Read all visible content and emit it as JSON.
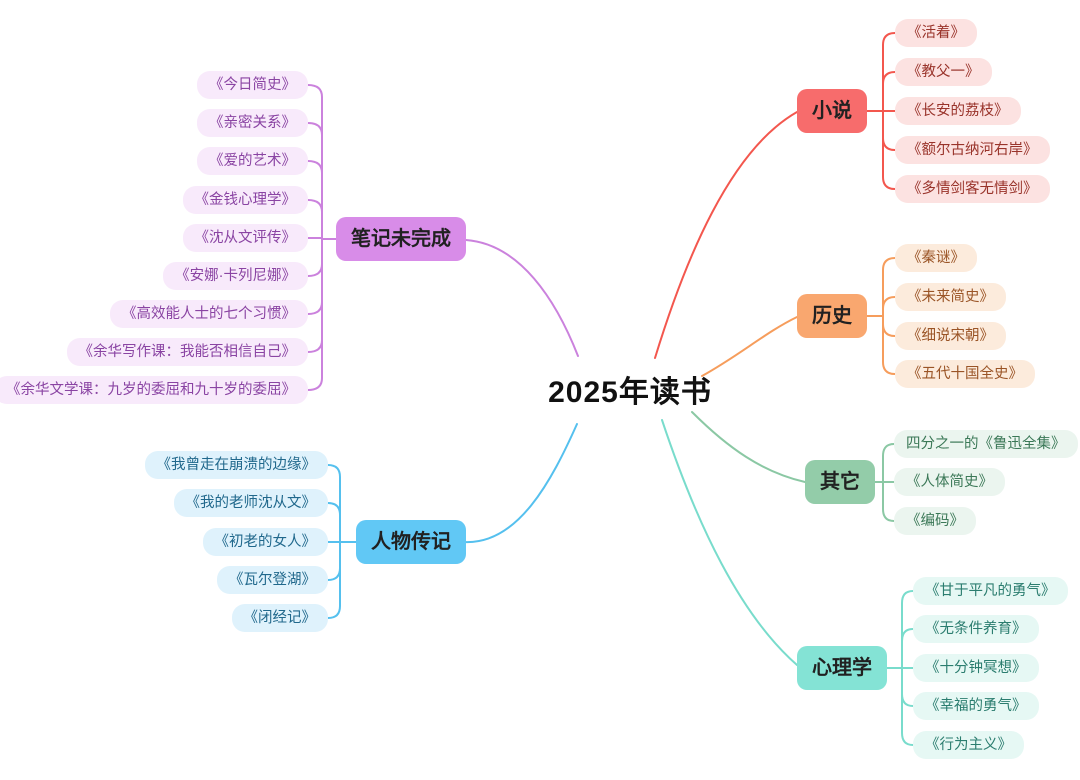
{
  "center": {
    "title": "2025年读书"
  },
  "branches": [
    {
      "id": "notes-unfinished",
      "label": "笔记未完成",
      "side": "left",
      "colors": {
        "node_bg": "#D88CE8",
        "child_bg": "#F8EAFB",
        "child_text": "#8A44A3",
        "line": "#CB82DD"
      },
      "children": [
        "《今日简史》",
        "《亲密关系》",
        "《爱的艺术》",
        "《金钱心理学》",
        "《沈从文评传》",
        "《安娜·卡列尼娜》",
        "《高效能人士的七个习惯》",
        "《余华写作课：我能否相信自己》",
        "《余华文学课：九岁的委屈和九十岁的委屈》"
      ]
    },
    {
      "id": "biography",
      "label": "人物传记",
      "side": "left",
      "colors": {
        "node_bg": "#61C8F5",
        "child_bg": "#DFF2FC",
        "child_text": "#20688C",
        "line": "#55C0EE"
      },
      "children": [
        "《我曾走在崩溃的边缘》",
        "《我的老师沈从文》",
        "《初老的女人》",
        "《瓦尔登湖》",
        "《闭经记》"
      ]
    },
    {
      "id": "novel",
      "label": "小说",
      "side": "right",
      "colors": {
        "node_bg": "#F76C6C",
        "child_bg": "#FCE2E1",
        "child_text": "#99332A",
        "line": "#F3574E"
      },
      "children": [
        "《活着》",
        "《教父一》",
        "《长安的荔枝》",
        "《额尔古纳河右岸》",
        "《多情剑客无情剑》"
      ]
    },
    {
      "id": "history",
      "label": "历史",
      "side": "right",
      "colors": {
        "node_bg": "#F9A76F",
        "child_bg": "#FCEBDC",
        "child_text": "#9A5426",
        "line": "#F69D5C"
      },
      "children": [
        "《秦谜》",
        "《未来简史》",
        "《细说宋朝》",
        "《五代十国全史》"
      ]
    },
    {
      "id": "other",
      "label": "其它",
      "side": "right",
      "colors": {
        "node_bg": "#93CCA9",
        "child_bg": "#EBF5EF",
        "child_text": "#3B7857",
        "line": "#8BC8A4"
      },
      "children": [
        "四分之一的《鲁迅全集》",
        "《人体简史》",
        "《编码》"
      ]
    },
    {
      "id": "psychology",
      "label": "心理学",
      "side": "right",
      "colors": {
        "node_bg": "#84E3D5",
        "child_bg": "#E6F8F4",
        "child_text": "#2B7D6F",
        "line": "#79DCCC"
      },
      "children": [
        "《甘于平凡的勇气》",
        "《无条件养育》",
        "《十分钟冥想》",
        "《幸福的勇气》",
        "《行为主义》"
      ]
    }
  ]
}
